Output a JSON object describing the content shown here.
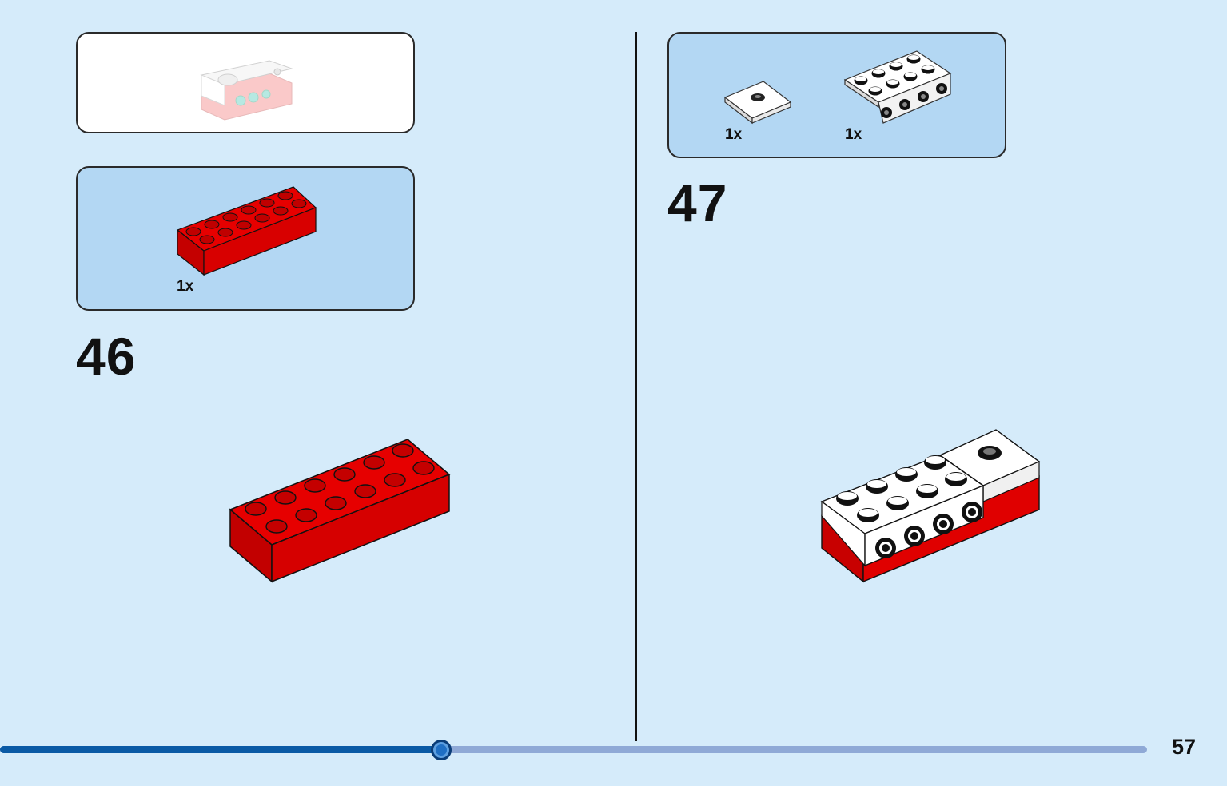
{
  "steps": [
    {
      "number": "46",
      "parts": [
        {
          "quantity": "1x",
          "icon": "red-brick-2x6-icon"
        }
      ]
    },
    {
      "number": "47",
      "parts": [
        {
          "quantity": "1x",
          "icon": "white-jumper-plate-1x2-icon"
        },
        {
          "quantity": "1x",
          "icon": "white-bracket-plate-2x4-icon"
        }
      ]
    }
  ],
  "progress": {
    "fraction": 0.385
  },
  "page": {
    "number": "57"
  },
  "colors": {
    "background": "#d5ebfa",
    "parts_panel": "#b3d7f3",
    "brick_red": "#e00000",
    "progress_done": "#0a5aa5",
    "progress_remaining": "#8fa9d6"
  }
}
